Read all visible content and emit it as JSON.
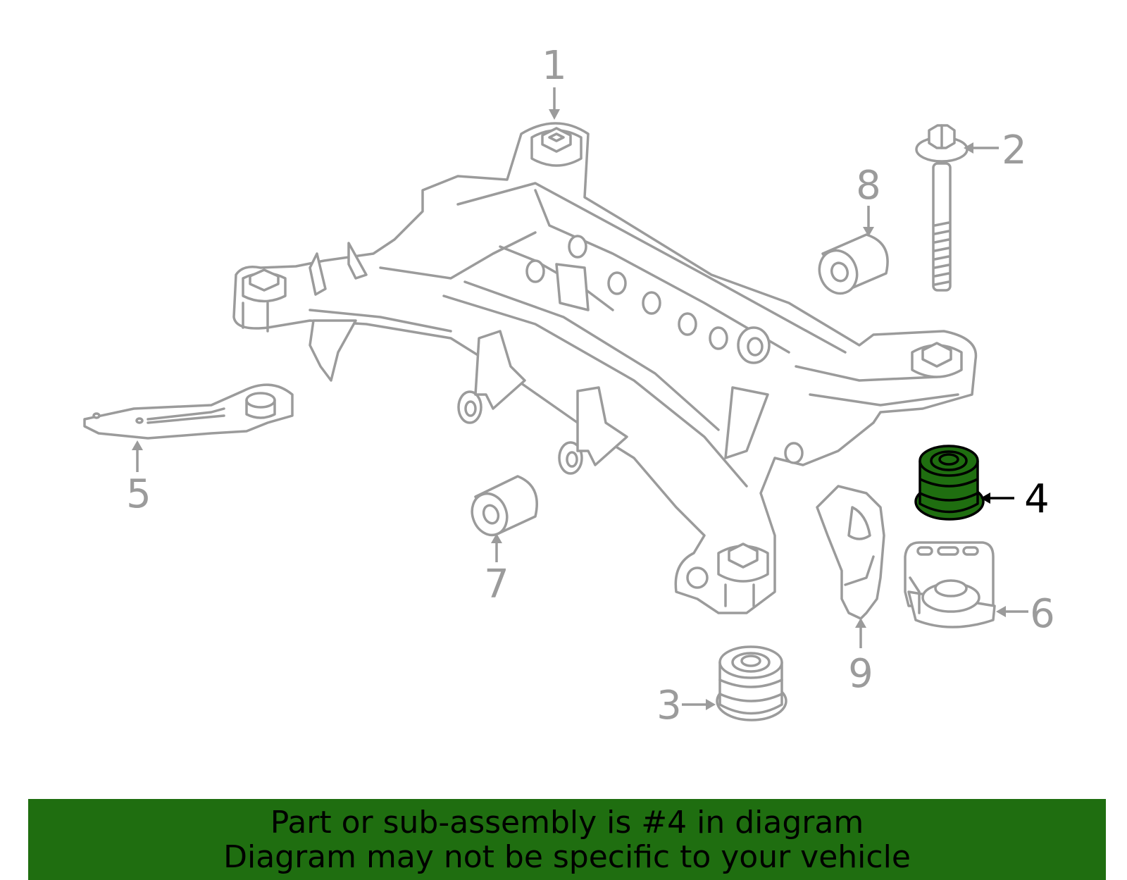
{
  "callouts": [
    {
      "id": "1",
      "label": "1",
      "highlighted": false
    },
    {
      "id": "2",
      "label": "2",
      "highlighted": false
    },
    {
      "id": "3",
      "label": "3",
      "highlighted": false
    },
    {
      "id": "4",
      "label": "4",
      "highlighted": true
    },
    {
      "id": "5",
      "label": "5",
      "highlighted": false
    },
    {
      "id": "6",
      "label": "6",
      "highlighted": false
    },
    {
      "id": "7",
      "label": "7",
      "highlighted": false
    },
    {
      "id": "8",
      "label": "8",
      "highlighted": false
    },
    {
      "id": "9",
      "label": "9",
      "highlighted": false
    }
  ],
  "banner": {
    "line1": "Part or sub-assembly is #4 in diagram",
    "line2": "Diagram may not be specific to your vehicle"
  },
  "colors": {
    "highlight": "#1f6e10",
    "line_art": "#9b9b9b",
    "banner_background": "#1f6e10",
    "text_active": "#000000"
  }
}
